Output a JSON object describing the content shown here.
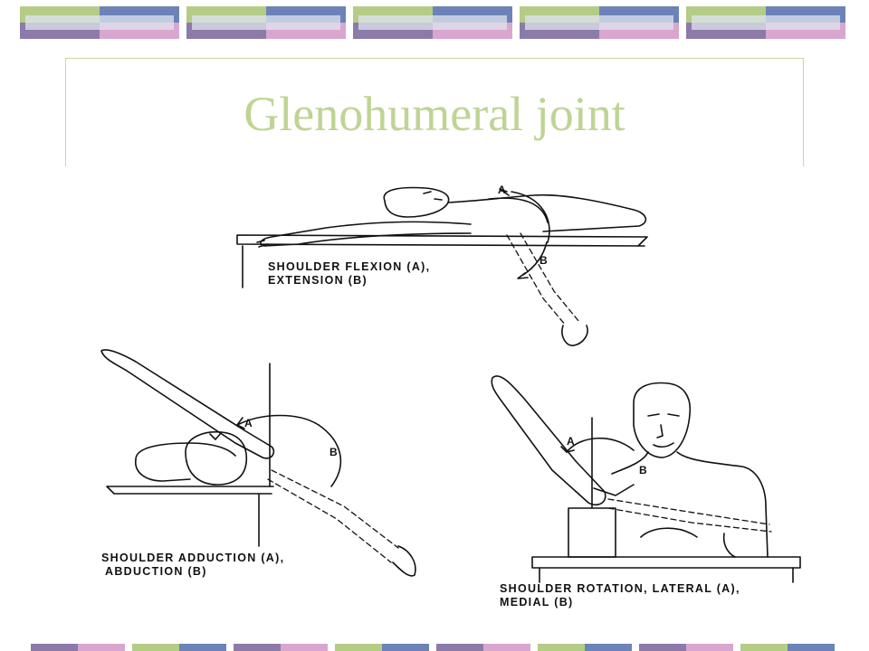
{
  "slide": {
    "title": "Glenohumeral joint",
    "title_color": "#bfd494"
  },
  "theme": {
    "green": "#b5cc86",
    "purple": "#8c7ba9",
    "blue": "#6c83b8",
    "pink": "#d9a6cf",
    "bar_light": "#dfe4ef",
    "divider": "#c7d7a3"
  },
  "figure": {
    "flexion": {
      "caption_line1": "SHOULDER FLEXION (A),",
      "caption_line2": "EXTENSION (B)",
      "label_a": "A",
      "label_b": "B"
    },
    "adduction": {
      "caption_line1": "SHOULDER ADDUCTION (A),",
      "caption_line2": "ABDUCTION (B)",
      "label_a": "A",
      "label_b": "B"
    },
    "rotation": {
      "caption_line1": "SHOULDER ROTATION, LATERAL (A),",
      "caption_line2": "MEDIAL (B)",
      "label_a": "A",
      "label_b": "B"
    }
  }
}
